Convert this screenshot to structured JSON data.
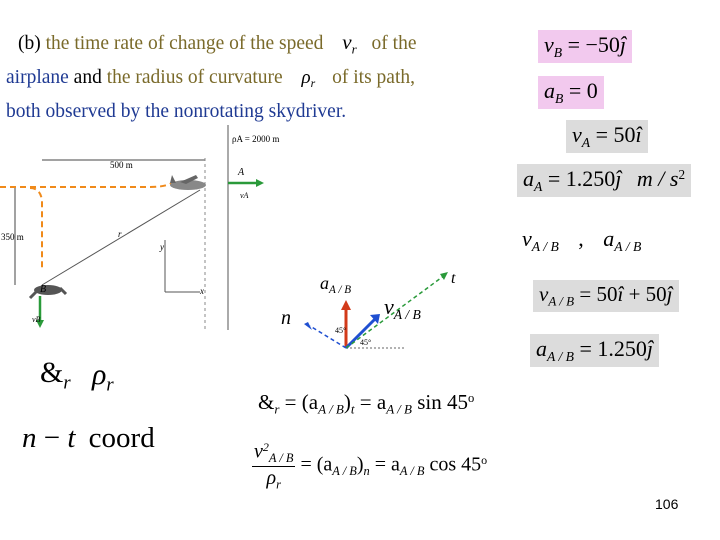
{
  "header": {
    "part_label": "(b)",
    "line1_a": "the time rate of change of the speed",
    "line1_sym": "v",
    "line1_sub": "r",
    "line1_b": "of the",
    "line2_a": "airplane",
    "line2_and": "and",
    "line2_b": "the radius of curvature",
    "line2_sym": "ρ",
    "line2_sub": "r",
    "line2_c": "of its path,",
    "line3": "both observed by the nonrotating skydriver."
  },
  "diagram": {
    "rho_label": "ρA = 2000 m",
    "dist_500": "500 m",
    "dist_350": "350 m",
    "label_A": "A",
    "label_B": "B",
    "label_r": "r",
    "label_y": "y",
    "label_x": "x",
    "label_vA": "vA",
    "label_vB": "vB"
  },
  "vectors": {
    "n_label": "n",
    "t_label": "t",
    "aAB": "a",
    "aAB_sub": "A / B",
    "vAB": "v",
    "vAB_sub": "A / B",
    "angle1": "45°",
    "angle2": "45°"
  },
  "right_eqs": {
    "vB_lhs": "v",
    "vB_sub": "B",
    "vB_rhs": "= −50",
    "vB_unit": "ĵ",
    "aB_lhs": "a",
    "aB_sub": "B",
    "aB_rhs": "= 0",
    "vA_lhs": "v",
    "vA_sub": "A",
    "vA_rhs": "= 50",
    "vA_unit": "î",
    "aA_lhs": "a",
    "aA_sub": "A",
    "aA_rhs": "= 1.250",
    "aA_unit": "ĵ",
    "aA_units": "m / s",
    "aA_units_pow": "2",
    "vrel_sym": "v",
    "vrel_sub": "A / B",
    "comma": ",",
    "arel_sym": "a",
    "arel_sub": "A / B",
    "vAB_lhs": "v",
    "vAB_sub": "A / B",
    "vAB_rhs": "= 50",
    "vAB_i": "î",
    "vAB_plus": "+ 50",
    "vAB_j": "ĵ",
    "aAB_lhs": "a",
    "aAB_sub": "A / B",
    "aAB_rhs": "= 1.250",
    "aAB_j": "ĵ"
  },
  "left_symbols": {
    "vdot_sym": "&",
    "vdot_sub": "r",
    "rho_sym": "ρ",
    "rho_sub": "r",
    "nt_a": "n",
    "nt_dash": "−",
    "nt_b": "t",
    "nt_word": "coord"
  },
  "bottom_eqs": {
    "eq1_lhs": "&",
    "eq1_lhs_sub": "r",
    "eq1_mid": "= (a",
    "eq1_mid_sub": "A / B",
    "eq1_mid2": ")",
    "eq1_mid2_sub": "t",
    "eq1_rhs": "= a",
    "eq1_rhs_sub": "A / B",
    "eq1_fn": "sin 45",
    "eq1_deg": "o",
    "eq2_num": "v",
    "eq2_num_sup": "2",
    "eq2_num_sub": "A / B",
    "eq2_den": "ρ",
    "eq2_den_sub": "r",
    "eq2_mid": "= (a",
    "eq2_mid_sub": "A / B",
    "eq2_mid2": ")",
    "eq2_mid2_sub": "n",
    "eq2_rhs": "= a",
    "eq2_rhs_sub": "A / B",
    "eq2_fn": "cos 45",
    "eq2_deg": "o"
  },
  "footer": {
    "page_number": "106"
  },
  "colors": {
    "pink_box": "#f2c9ee",
    "gray_box": "#dcdcdc",
    "blue_text": "#1f3a93",
    "olive_text": "#7a6a2a",
    "red_vector": "#d23a1a",
    "blue_vector": "#1f4fd1",
    "green_arrow": "#2a9a3a",
    "orange_path": "#f08a1a"
  }
}
